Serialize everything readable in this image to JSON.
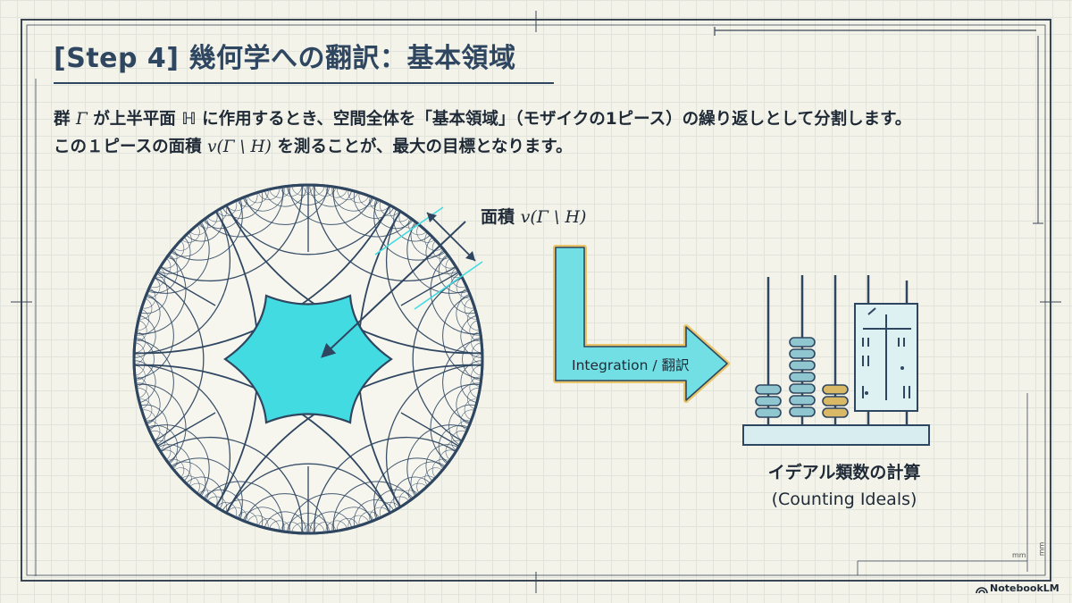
{
  "header": {
    "title": "[Step 4] 幾何学への翻訳：基本領域"
  },
  "description": {
    "line1_before": "群",
    "line1_gamma": "Γ",
    "line1_mid": "が上半平面",
    "line1_h": "ℍ",
    "line1_after": "に作用するとき、空間全体を「基本領域」（モザイクの1ピース）の繰り返しとして分割します。",
    "line2_before": "この１ピースの面積",
    "line2_math": "v(Γ \\ H)",
    "line2_after": "を測ることが、最大の目標となります。"
  },
  "diagram": {
    "area_label_text": "面積",
    "area_label_math": "v(Γ \\ H)",
    "arrow_label": "Integration / 翻訳",
    "counting_label": "イデアル類数の計算",
    "counting_sublabel": "(Counting Ideals)"
  },
  "branding": {
    "logo_text": "NotebookLM"
  },
  "corner_units": {
    "horizontal": "mm",
    "vertical": "mm"
  },
  "colors": {
    "accent_cyan": "#43dbe2",
    "arrow_border": "#e8c568",
    "ink": "#2f4660",
    "abacus_blue": "#8fc6cf",
    "abacus_gold": "#d9b866"
  }
}
